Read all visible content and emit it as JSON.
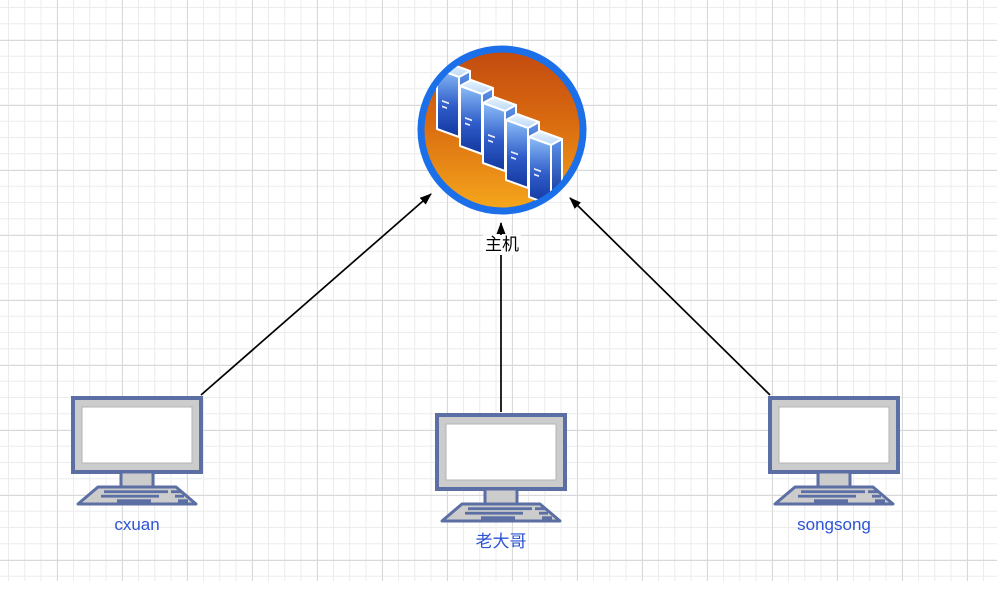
{
  "canvas": {
    "background_color": "#ffffff",
    "grid_minor_color": "#ececec",
    "grid_major_color": "#d9d9d9"
  },
  "host": {
    "label": "主机",
    "icon": "server-farm-icon",
    "circle_border_color": "#1b6fe8",
    "circle_gradient_top": "#c24a10",
    "circle_gradient_bottom": "#f6a81c",
    "tower_color_light": "#8bbdf7",
    "tower_color_dark": "#12369e"
  },
  "clients": [
    {
      "label": "cxuan"
    },
    {
      "label": "老大哥"
    },
    {
      "label": "songsong"
    }
  ],
  "client_label_color": "#2c54d6",
  "monitor_border_color": "#5b6fa5",
  "connections": [
    {
      "from": "cxuan",
      "to": "主机",
      "arrow": "solid-black"
    },
    {
      "from": "老大哥",
      "to": "主机",
      "arrow": "solid-black"
    },
    {
      "from": "songsong",
      "to": "主机",
      "arrow": "solid-black"
    }
  ]
}
